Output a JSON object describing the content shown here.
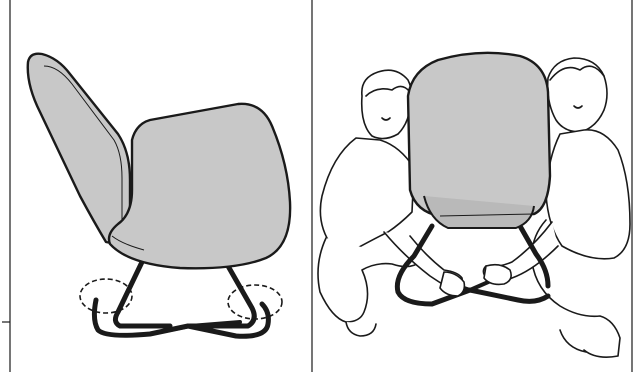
{
  "figure": {
    "panels": [
      {
        "id": "left",
        "subject": "chair-side-view-with-crossed-base"
      },
      {
        "id": "right",
        "subject": "two-people-lifting-chair-by-base"
      }
    ],
    "colors": {
      "seat_fill": "#c8c8c8",
      "seat_inner_fill": "#b9b9b9",
      "outline": "#1a1a1a",
      "background": "#ffffff"
    },
    "callouts": [
      "dashed-circle-front-foot",
      "dashed-circle-rear-foot"
    ]
  }
}
